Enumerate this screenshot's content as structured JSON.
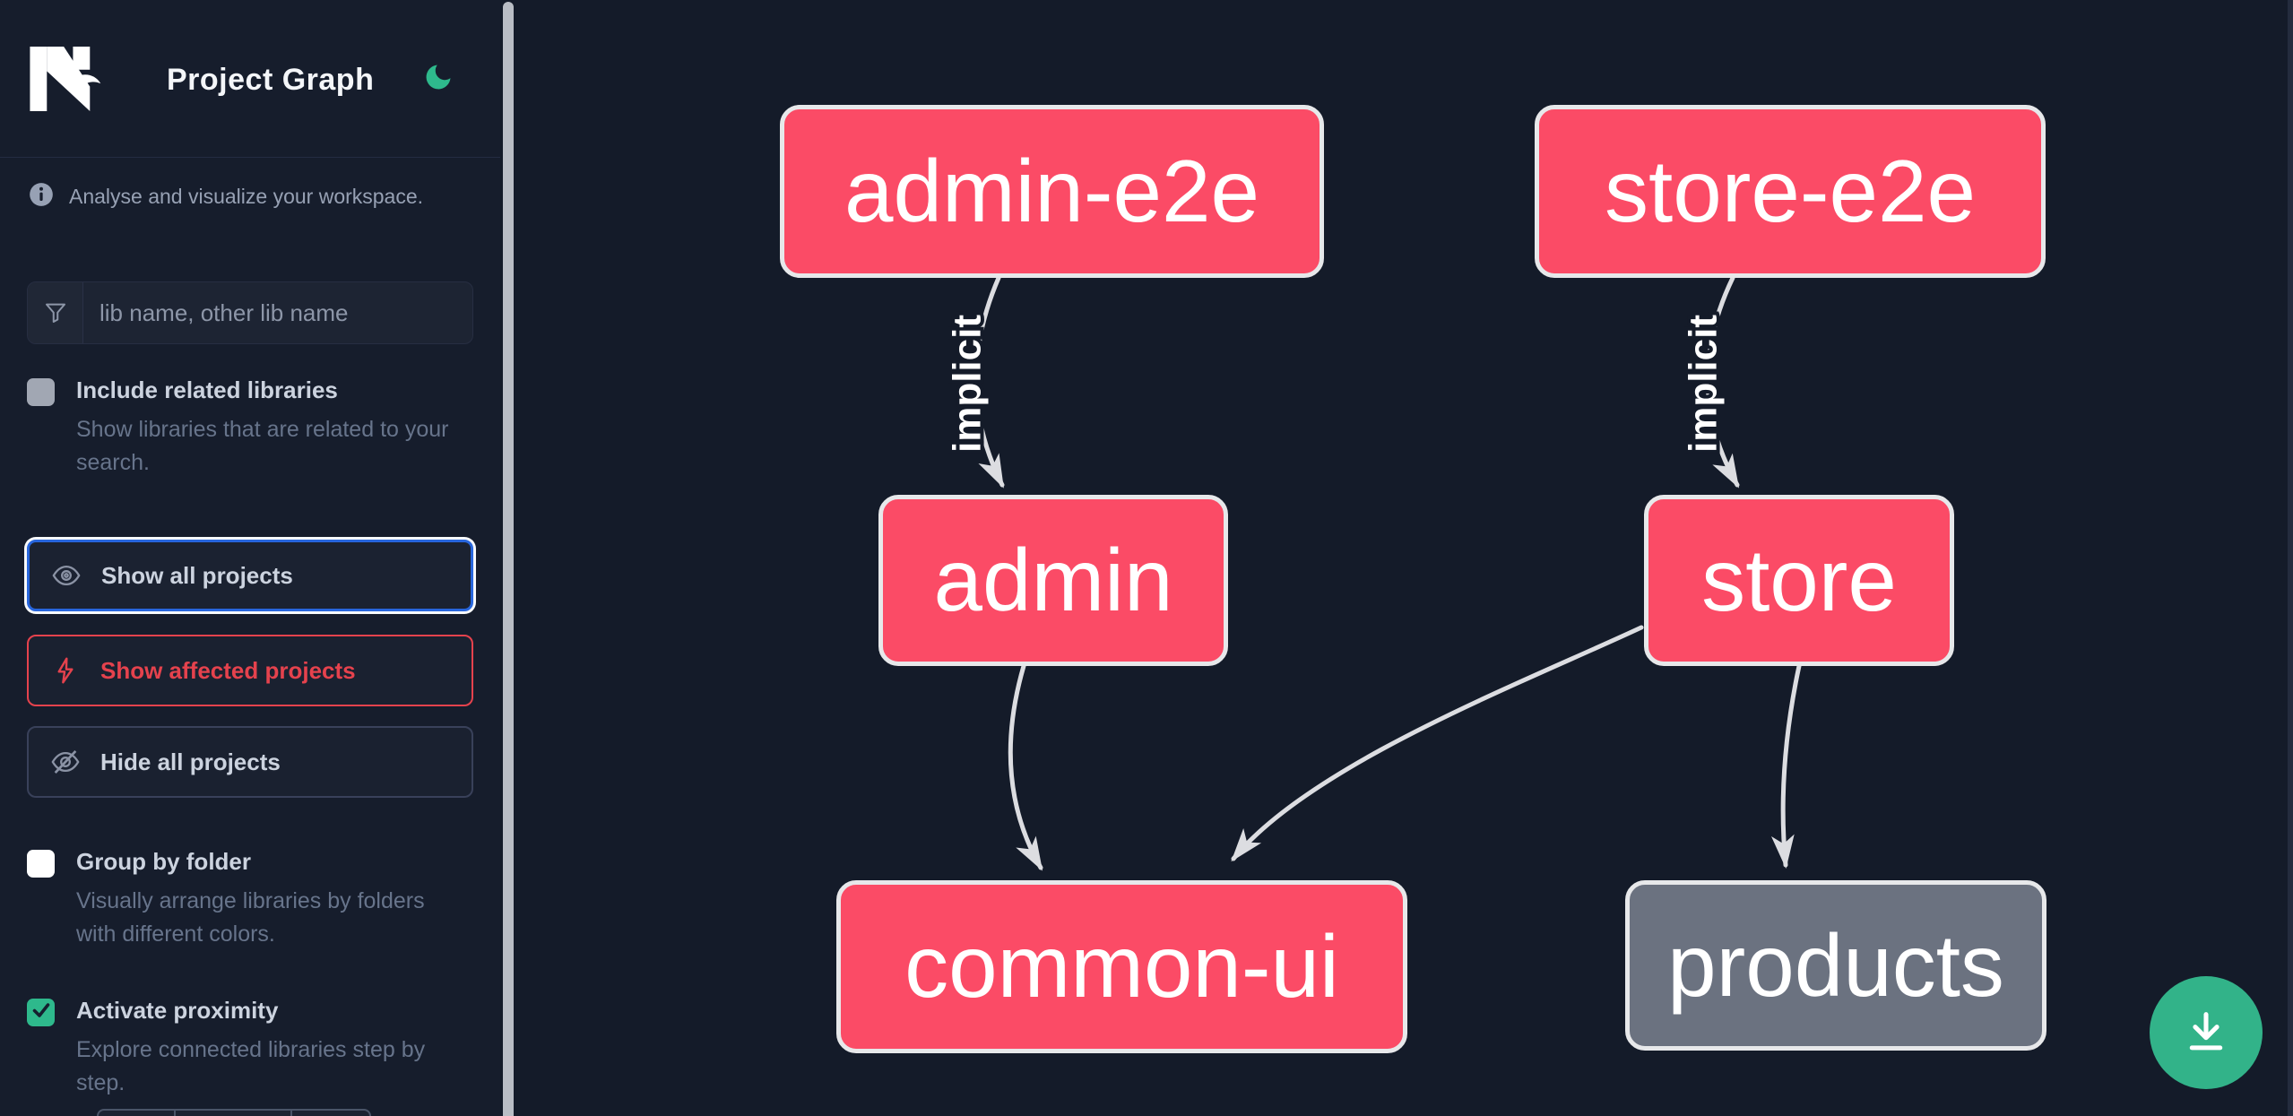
{
  "header": {
    "title": "Project Graph",
    "logo": "nx-logo",
    "theme_toggle_icon": "moon-icon"
  },
  "sidebar": {
    "info_text": "Analyse and visualize your workspace.",
    "search": {
      "placeholder": "lib name, other lib name",
      "value": ""
    },
    "options": [
      {
        "label": "Include related libraries",
        "description": "Show libraries that are related to your search.",
        "checked": false
      },
      {
        "label": "Group by folder",
        "description": "Visually arrange libraries by folders with different colors.",
        "checked": false
      },
      {
        "label": "Activate proximity",
        "description": "Explore connected libraries step by step.",
        "checked": true
      }
    ],
    "buttons": [
      {
        "label": "Show all projects",
        "icon": "eye-icon",
        "state": "focused"
      },
      {
        "label": "Show affected projects",
        "icon": "bolt-icon",
        "state": "affected"
      },
      {
        "label": "Hide all projects",
        "icon": "eye-off-icon",
        "state": "default"
      }
    ]
  },
  "graph": {
    "nodes": [
      {
        "label": "admin-e2e",
        "highlighted": true
      },
      {
        "label": "store-e2e",
        "highlighted": true
      },
      {
        "label": "admin",
        "highlighted": true
      },
      {
        "label": "store",
        "highlighted": true
      },
      {
        "label": "common-ui",
        "highlighted": true
      },
      {
        "label": "products",
        "highlighted": false
      }
    ],
    "edges": [
      {
        "source": "admin-e2e",
        "target": "admin",
        "label": "implicit"
      },
      {
        "source": "store-e2e",
        "target": "store",
        "label": "implicit"
      },
      {
        "source": "admin",
        "target": "common-ui",
        "label": ""
      },
      {
        "source": "store",
        "target": "common-ui",
        "label": ""
      },
      {
        "source": "store",
        "target": "products",
        "label": ""
      }
    ]
  },
  "fab": {
    "icon": "download-icon"
  },
  "colors": {
    "node_highlighted": "#fb4b66",
    "node_unfocused": "#6b7280",
    "node_border": "#e7e8ea",
    "edge": "#dcdde1",
    "focus_blue": "#2866dd",
    "affected_red": "#e5424d",
    "accent_green": "#2eb98c",
    "fab_green": "#32b389",
    "sidebar_bg": "#161d2c",
    "canvas_bg": "#141b29"
  }
}
